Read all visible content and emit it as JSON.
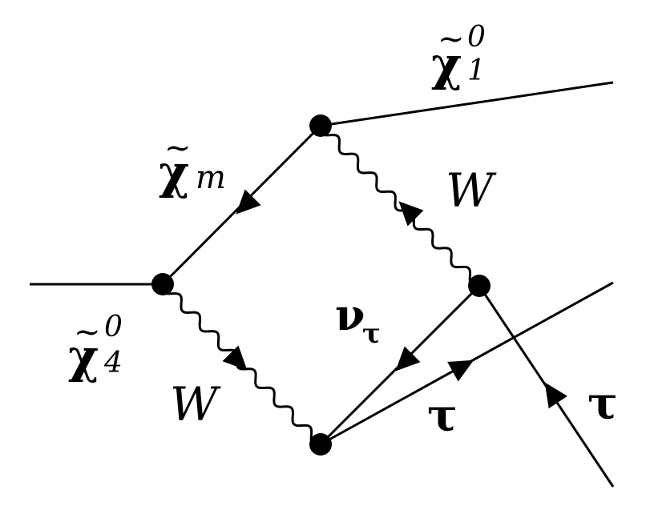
{
  "diagram": {
    "labels": {
      "chi1_base": "χ",
      "chi1_tilde": "~",
      "chi1_sub": "1",
      "chi1_sup": "0",
      "chim_base": "χ",
      "chim_tilde": "~",
      "chim_sub": "m",
      "chi4_base": "χ",
      "chi4_tilde": "~",
      "chi4_sub": "4",
      "chi4_sup": "0",
      "w_upper": "W",
      "w_lower": "W",
      "nu_base": "ν",
      "nu_sub": "τ",
      "tau_mid": "τ",
      "tau_right": "τ"
    },
    "colors": {
      "ink": "#000000",
      "background": "#ffffff"
    }
  }
}
